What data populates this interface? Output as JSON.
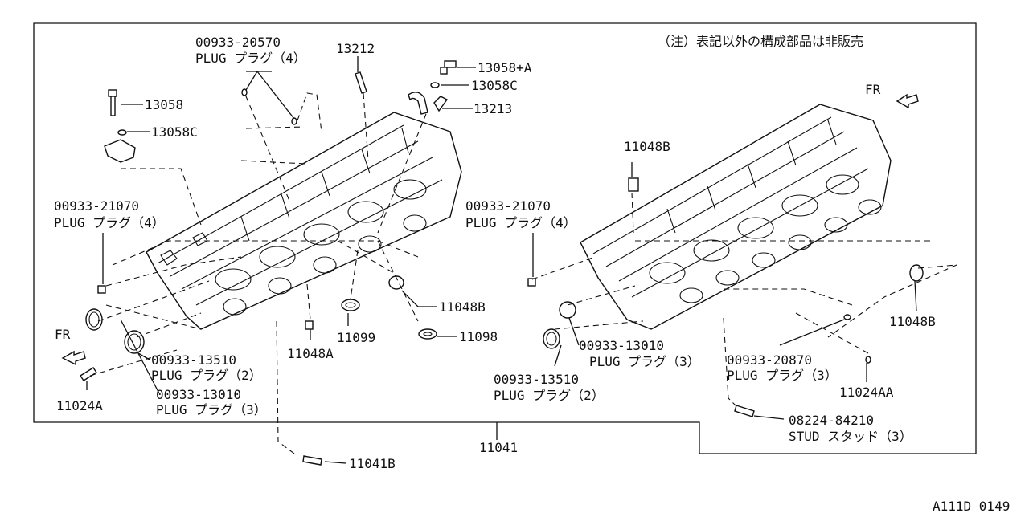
{
  "diagram": {
    "note": "（注）表記以外の構成部品は非販売",
    "fr_label": "FR",
    "figure_id": "A111D 0149",
    "assembly_part": "11041",
    "labels": {
      "p20570_no": "00933-20570",
      "p20570_desc": "PLUG プラグ（4）",
      "p13212": "13212",
      "p13058a": "13058+A",
      "p13058c_top": "13058C",
      "p13213": "13213",
      "p13058": "13058",
      "p13058c_left": "13058C",
      "p21070l_no": "00933-21070",
      "p21070l_desc": "PLUG プラグ（4）",
      "p21070r_no": "00933-21070",
      "p21070r_desc": "PLUG プラグ（4）",
      "p11048b_top": "11048B",
      "p11048b_mid": "11048B",
      "p11048b_right": "11048B",
      "p11099": "11099",
      "p11098": "11098",
      "p11048a": "11048A",
      "p13510l_no": "00933-13510",
      "p13510l_desc": "PLUG プラグ（2）",
      "p13010l_no": "00933-13010",
      "p13010l_desc": "PLUG プラグ（3）",
      "p11024a": "11024A",
      "p13010r_no": "00933-13010",
      "p13010r_desc": "PLUG プラグ（3）",
      "p13510r_no": "00933-13510",
      "p13510r_desc": "PLUG プラグ（2）",
      "p20870_no": "00933-20870",
      "p20870_desc": "PLUG プラグ（3）",
      "p11024aa": "11024AA",
      "p84210_no": "08224-84210",
      "p84210_desc": "STUD スタッド（3）",
      "p11041b": "11041B"
    }
  }
}
